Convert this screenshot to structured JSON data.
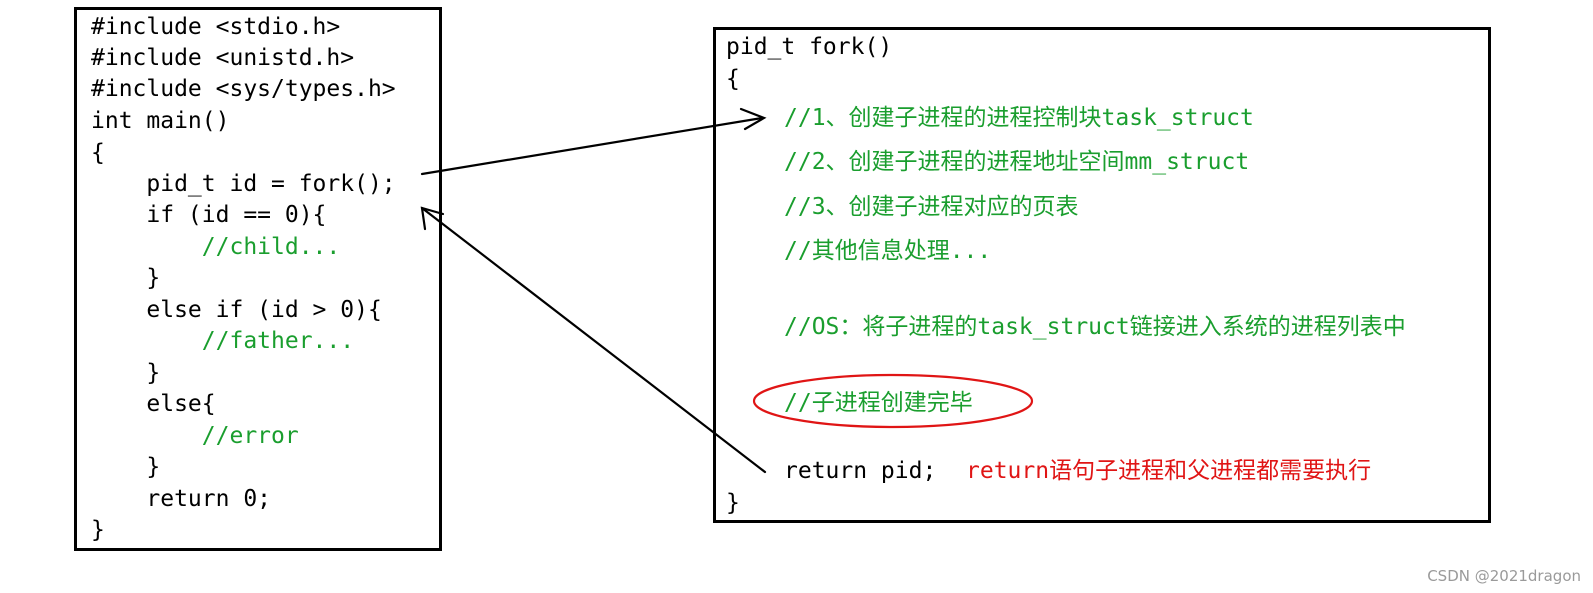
{
  "left_code": {
    "lines": [
      "#include <stdio.h>",
      "#include <unistd.h>",
      "#include <sys/types.h>",
      "int main()",
      "{",
      "    pid_t id = fork();",
      "    if (id == 0){",
      "        //child...",
      "    }",
      "    else if (id > 0){",
      "        //father...",
      "    }",
      "    else{",
      "        //error",
      "    }",
      "    return 0;",
      "}"
    ]
  },
  "right_code": {
    "signature": "pid_t fork()",
    "open_brace": "{",
    "comments": [
      "//1、创建子进程的进程控制块task_struct",
      "//2、创建子进程的进程地址空间mm_struct",
      "//3、创建子进程对应的页表",
      "//其他信息处理...",
      "//OS：将子进程的task_struct链接进入系统的进程列表中"
    ],
    "highlight_comment": "//子进程创建完毕",
    "return_stmt": "return pid;",
    "return_note": "return语句子进程和父进程都需要执行",
    "close_brace": "}"
  },
  "colors": {
    "comment": "#1a9e2e",
    "note": "#e01515",
    "ellipse": "#e01515",
    "border": "#000000"
  },
  "watermark": "CSDN @2021dragon"
}
